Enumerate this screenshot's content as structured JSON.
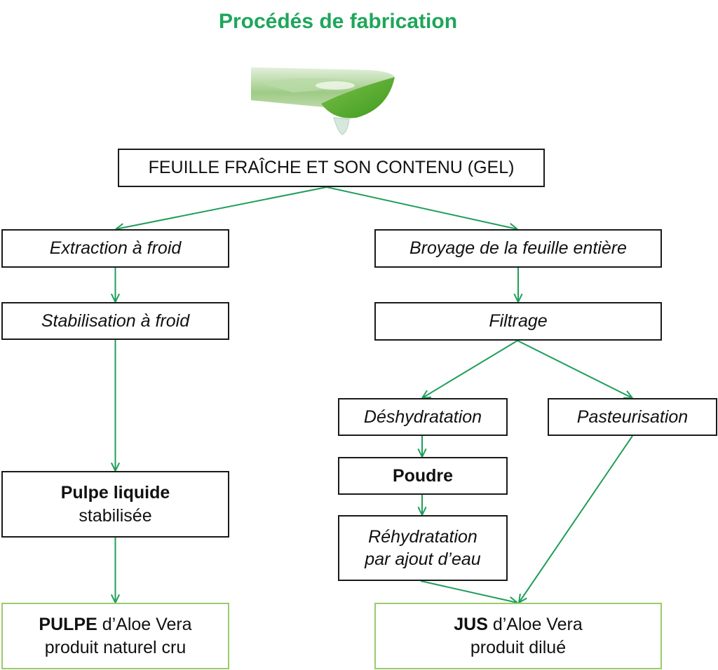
{
  "title": "Procédés de fabrication",
  "image": {
    "icon": "aloe-vera-leaf-image"
  },
  "colors": {
    "title": "#1ea65a",
    "arrow": "#1e9e5a",
    "box_border": "#1a1a1a",
    "final_border": "#9acb6a"
  },
  "nodes": {
    "feuille": {
      "text": "FEUILLE FRAÎCHE ET SON CONTENU (GEL)"
    },
    "extraction": {
      "text": "Extraction à froid"
    },
    "stabilisation": {
      "text": "Stabilisation à froid"
    },
    "pulpe_liquide": {
      "bold": "Pulpe liquide",
      "text": "stabilisée"
    },
    "pulpe_final": {
      "bold": "PULPE",
      "line1": " d’Aloe Vera",
      "line2": "produit naturel cru"
    },
    "broyage": {
      "text": "Broyage de la feuille entière"
    },
    "filtrage": {
      "text": "Filtrage"
    },
    "deshydratation": {
      "text": "Déshydratation"
    },
    "pasteurisation": {
      "text": "Pasteurisation"
    },
    "poudre": {
      "text": "Poudre"
    },
    "rehydratation": {
      "line1": "Réhydratation",
      "line2": "par ajout d’eau"
    },
    "jus_final": {
      "bold": "JUS",
      "line1": " d’Aloe Vera",
      "line2": "produit dilué"
    }
  },
  "edges": [
    [
      "feuille",
      "extraction"
    ],
    [
      "feuille",
      "broyage"
    ],
    [
      "extraction",
      "stabilisation"
    ],
    [
      "stabilisation",
      "pulpe_liquide"
    ],
    [
      "pulpe_liquide",
      "pulpe_final"
    ],
    [
      "broyage",
      "filtrage"
    ],
    [
      "filtrage",
      "deshydratation"
    ],
    [
      "filtrage",
      "pasteurisation"
    ],
    [
      "deshydratation",
      "poudre"
    ],
    [
      "poudre",
      "rehydratation"
    ],
    [
      "rehydratation",
      "jus_final"
    ],
    [
      "pasteurisation",
      "jus_final"
    ]
  ]
}
